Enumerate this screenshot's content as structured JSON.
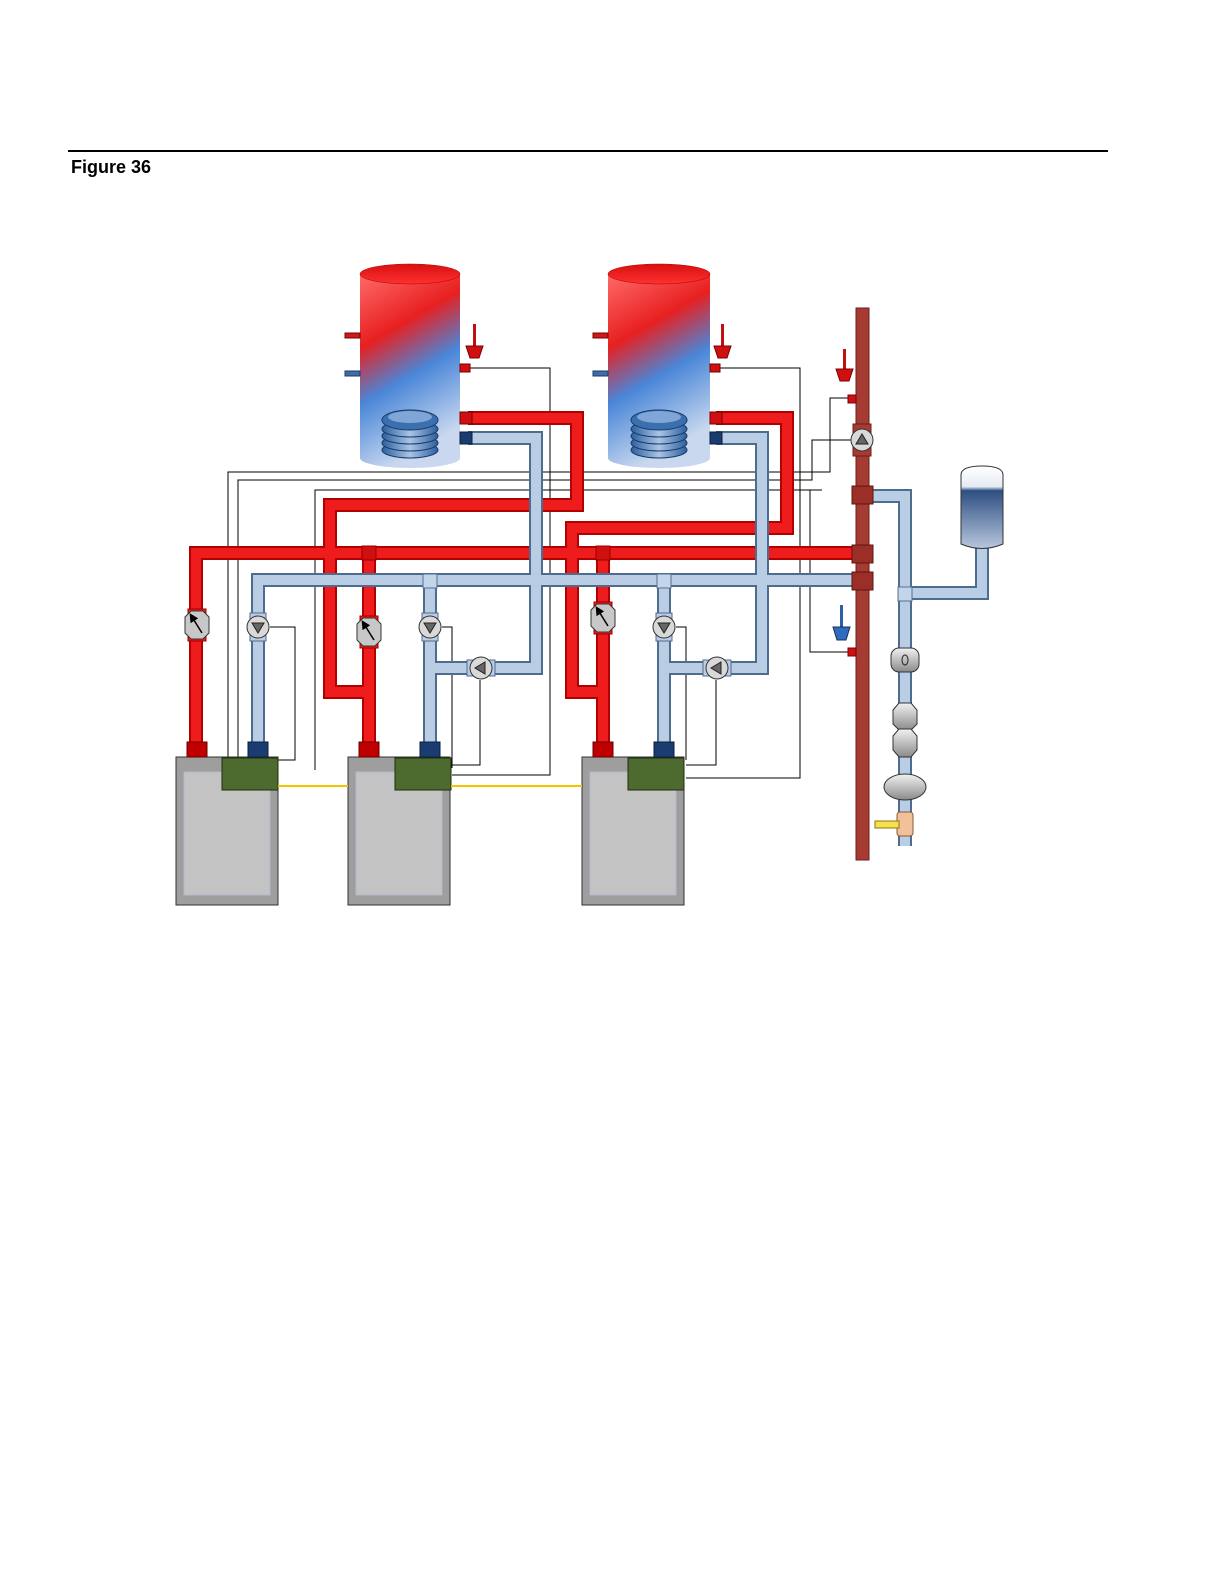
{
  "figure": {
    "title": "Figure 36"
  },
  "colors": {
    "supply_pipe": "#e01515",
    "return_pipe": "#9ab4d2",
    "header_pipe": "#a33b33",
    "boiler_body": "#c3c3c3",
    "boiler_frame": "#9e9e9e",
    "control_box": "#4d6b2e",
    "comm_wire": "#f5c400",
    "sensor_wire": "#000000",
    "tank_top": "#e61a1a",
    "tank_bottom": "#3d7fd1"
  },
  "icons": {
    "pump": "circulator-pump-icon",
    "check_valve": "flow-check-valve-icon",
    "sensor_hot": "temperature-sensor-icon",
    "sensor_cold": "temperature-sensor-icon",
    "expansion_tank": "expansion-tank-icon",
    "valve": "isolation-valve-icon"
  },
  "components": {
    "boilers": 3,
    "indirect_tanks": 2,
    "boiler_pumps": 3,
    "tank_pumps": 2,
    "system_pumps": 1,
    "flow_checks": 3
  }
}
